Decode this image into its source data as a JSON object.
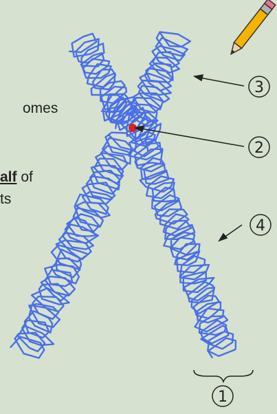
{
  "text": {
    "fragment_line1": "omes",
    "fragment_line2_bold": "alf",
    "fragment_line2_rest": " of",
    "fragment_line3": "ts"
  },
  "labels": {
    "one": "1",
    "two": "2",
    "three": "3",
    "four": "4"
  },
  "colors": {
    "background": "#d6e2cf",
    "chromosome": "#4a6fe6",
    "centromere": "#e02020",
    "pencil_body": "#f4b400",
    "label_stroke": "#222222"
  },
  "icons": {
    "pencil": "pencil-icon"
  }
}
